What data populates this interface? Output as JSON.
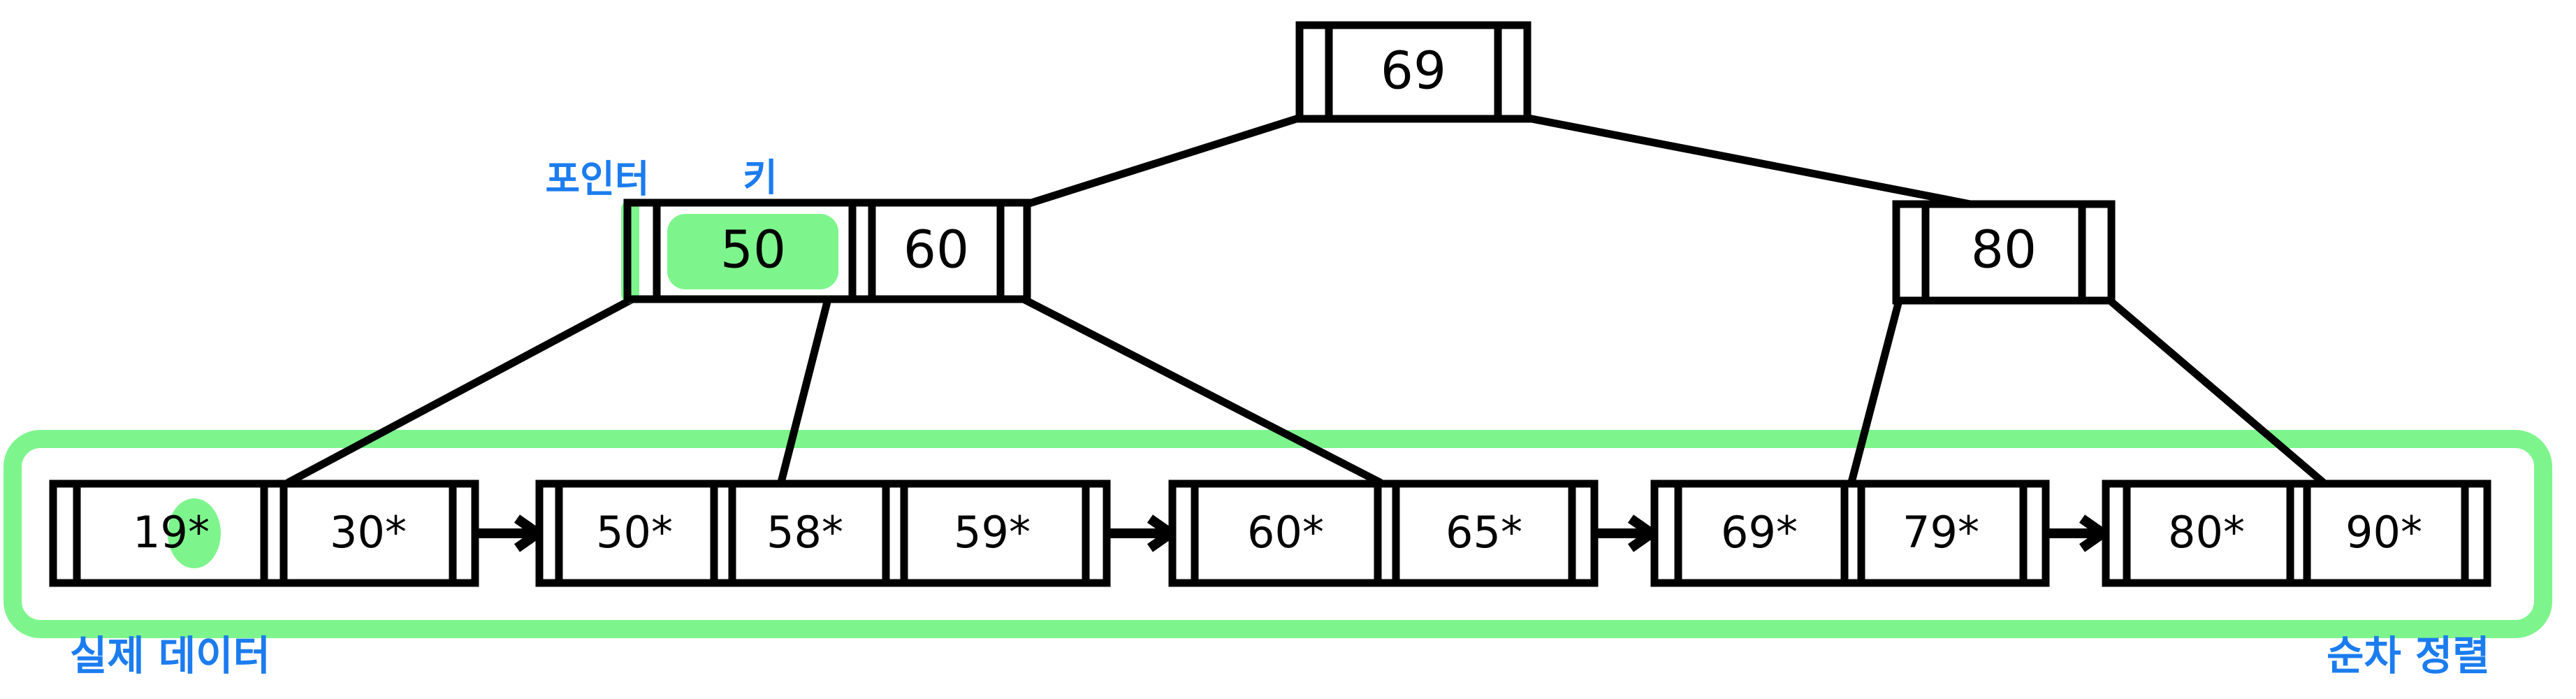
{
  "diagram": {
    "title": "B+ Tree structure",
    "colors": {
      "highlight_green": "#7DF58C",
      "annotation_blue": "#1B7CEF",
      "stroke_black": "#000000",
      "background": "#FFFFFF"
    },
    "annotations": {
      "pointer_label": "포인터",
      "key_label": "키",
      "bottom_left_label": "실제 데이터",
      "bottom_right_label": "순차 정렬"
    },
    "root": {
      "name": "root-node",
      "keys": [
        "69"
      ],
      "pointer_slots": 2
    },
    "internal_nodes": [
      {
        "name": "internal-node-left",
        "keys": [
          "50",
          "60"
        ],
        "highlighted_key": "50",
        "highlighted_pointer_index": 0,
        "pointer_slots": 3
      },
      {
        "name": "internal-node-right",
        "keys": [
          "80"
        ],
        "highlighted_key": null,
        "pointer_slots": 2
      }
    ],
    "leaves": [
      {
        "name": "leaf-1",
        "entries": [
          "19*",
          "30*"
        ],
        "highlighted_entry": "19*"
      },
      {
        "name": "leaf-2",
        "entries": [
          "50*",
          "58*",
          "59*"
        ],
        "highlighted_entry": null
      },
      {
        "name": "leaf-3",
        "entries": [
          "60*",
          "65*"
        ],
        "highlighted_entry": null
      },
      {
        "name": "leaf-4",
        "entries": [
          "69*",
          "79*"
        ],
        "highlighted_entry": null
      },
      {
        "name": "leaf-5",
        "entries": [
          "80*",
          "90*"
        ],
        "highlighted_entry": null
      }
    ],
    "leaf_chain_arrows": 4
  }
}
